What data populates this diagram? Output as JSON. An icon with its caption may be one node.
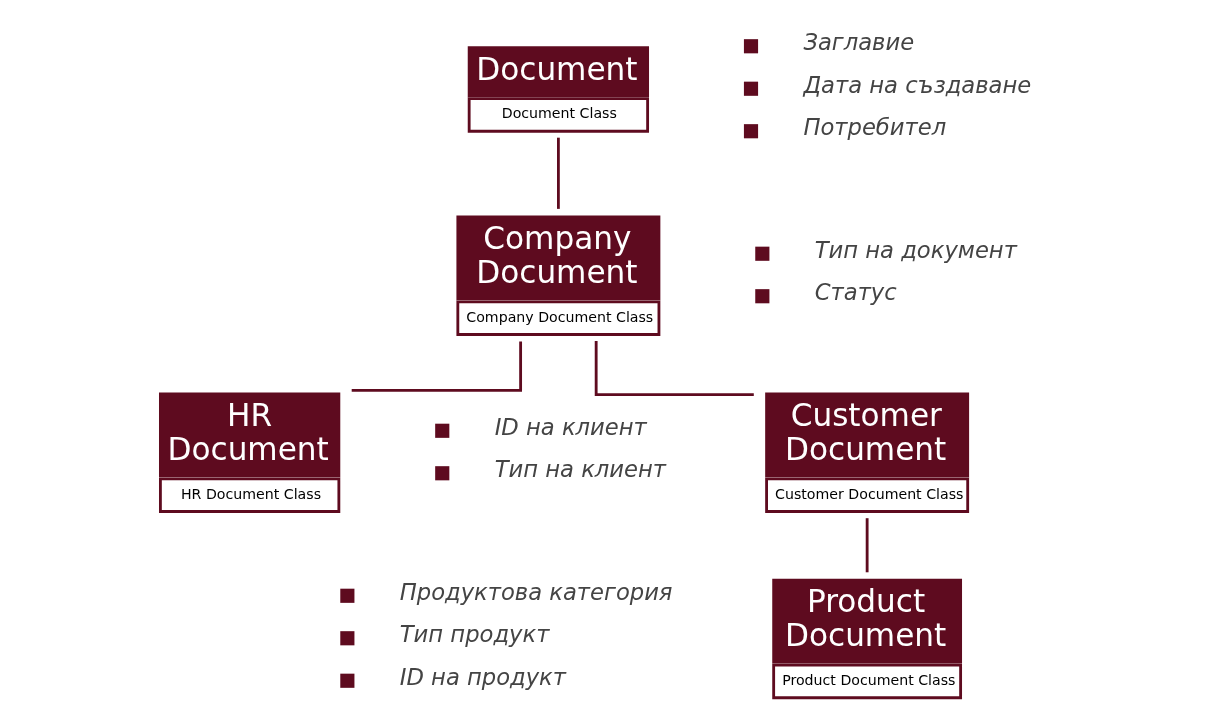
{
  "diagram": {
    "nodes": [
      {
        "text": [
          "Document",
          "Document Class"
        ],
        "beside": [
          "Заглавие",
          "Дата на създаване",
          "Потребител"
        ]
      },
      {
        "text": [
          "Company Document",
          "Company Document Class"
        ],
        "beside": [
          "Тип на документ",
          "Статус"
        ]
      },
      {
        "text": [
          "Customer Document",
          "Customer Document Class"
        ],
        "beside": [
          "ID на клиент",
          "Тип на клиент"
        ]
      },
      {
        "text": [
          "HR Document",
          "HR Document Class"
        ]
      },
      {
        "text": [
          "Product Document",
          "Product Document Class"
        ],
        "beside": [
          "Продуктова категория",
          "Тип продукт",
          "ID на продукт"
        ]
      }
    ],
    "edges": [
      {
        "from": 0,
        "to": 1,
        "arrow": "none"
      },
      {
        "from": 1,
        "to": 2,
        "arrow": "none"
      },
      {
        "from": 1,
        "to": 3,
        "arrow": "none"
      },
      {
        "from": 2,
        "to": 4,
        "arrow": "none"
      }
    ]
  }
}
